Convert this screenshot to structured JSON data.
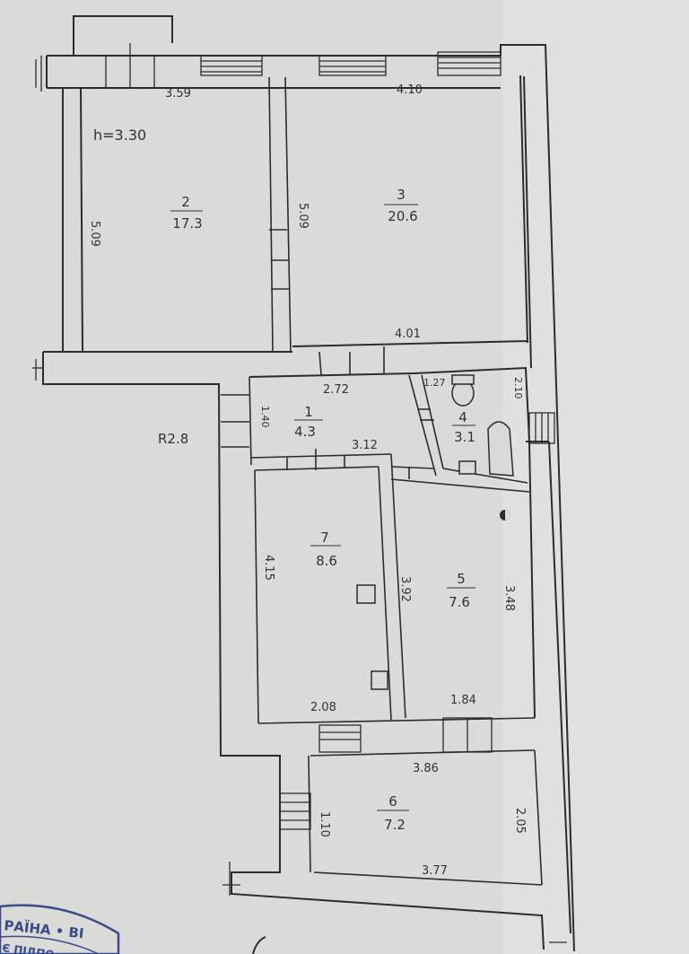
{
  "plan": {
    "ceiling_height": "h=3.30",
    "outer_label": "R2.8",
    "rooms": [
      {
        "number": "1",
        "area": "4.3"
      },
      {
        "number": "2",
        "area": "17.3"
      },
      {
        "number": "3",
        "area": "20.6"
      },
      {
        "number": "4",
        "area": "3.1"
      },
      {
        "number": "5",
        "area": "7.6"
      },
      {
        "number": "6",
        "area": "7.2"
      },
      {
        "number": "7",
        "area": "8.6"
      }
    ],
    "dimensions": {
      "room2_top": "3.59",
      "room2_side": "5.09",
      "room3_side": "5.09",
      "room3_top": "4.10",
      "room3_bottom": "4.01",
      "room1_top": "2.72",
      "room1_side": "1.40",
      "room1_bottom": "3.12",
      "room4_left": "1.27",
      "room4_right": "2.10",
      "room7_side": "4.15",
      "room7_bottom": "2.08",
      "room5_left": "3.92",
      "room5_right": "3.48",
      "room5_bottom": "1.84",
      "room6_top": "3.86",
      "room6_left": "1.10",
      "room6_right": "2.05",
      "room6_bottom": "3.77"
    },
    "stamp": {
      "line1": "РАЇНА • ВІ",
      "line2": "Є ПІДПО"
    }
  },
  "colors": {
    "paper": "#d9d9d6",
    "ink": "#2c2c2c",
    "stamp": "#3b4a8a"
  }
}
